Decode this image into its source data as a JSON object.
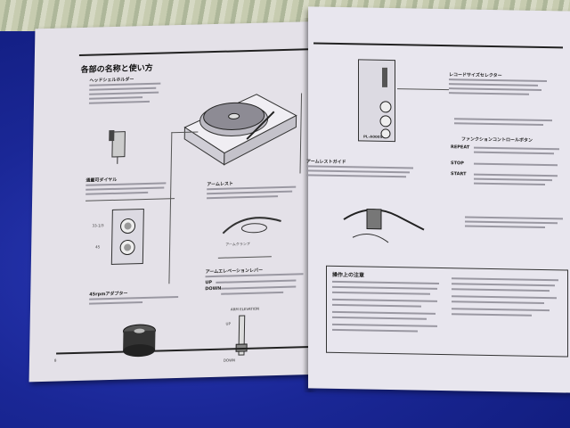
{
  "left_page": {
    "heading": "各部の名称と使い方",
    "section_labels": {
      "headshell": "ヘッドシェルホルダー",
      "overhang": "通量可ダイヤル",
      "armrest": "アームレスト",
      "arm_elevation": "アームエレベーションレバー",
      "adaptor": "45rpmアダプター",
      "arm_clip": "アームクランプ"
    },
    "dial_labels": [
      "33-1/3",
      "45"
    ],
    "lever_marks": [
      "ARM ELEVATION",
      "UP",
      "DOWN"
    ],
    "updown_terms": [
      "UP",
      "DOWN"
    ],
    "page_number": "8"
  },
  "right_page": {
    "model_label": "PL-A000S",
    "section_labels": {
      "speed_select": "レコードサイズセレクター",
      "arm_guide": "アームレストガイド",
      "function_buttons": "ファンクションコントロールボタン"
    },
    "button_terms": [
      "REPEAT",
      "STOP",
      "START"
    ],
    "caution_title": "操作上の注意"
  }
}
